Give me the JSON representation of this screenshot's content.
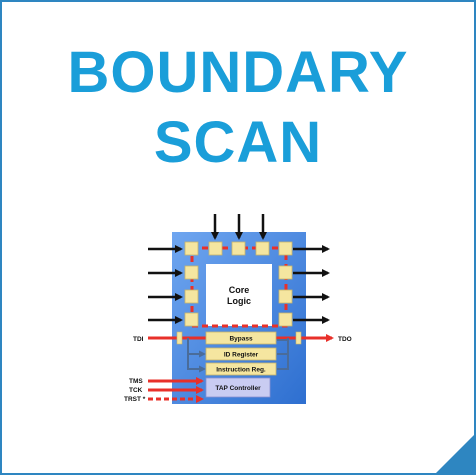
{
  "colors": {
    "accent": "#1a9ed9",
    "border": "#2e86c1",
    "chip": "#3a7fd8",
    "cell": "#f5e6a0",
    "scan_path": "#e8302a"
  },
  "title": {
    "line1": "BOUNDARY",
    "line2": "SCAN"
  },
  "diagram": {
    "core_line1": "Core",
    "core_line2": "Logic",
    "bypass": "Bypass",
    "id_register": "ID Register",
    "instruction_reg": "Instruction Reg.",
    "tap_controller": "TAP Controller",
    "tdi": "TDI",
    "tdo": "TDO",
    "tms": "TMS",
    "tck": "TCK",
    "trst": "TRST *"
  }
}
